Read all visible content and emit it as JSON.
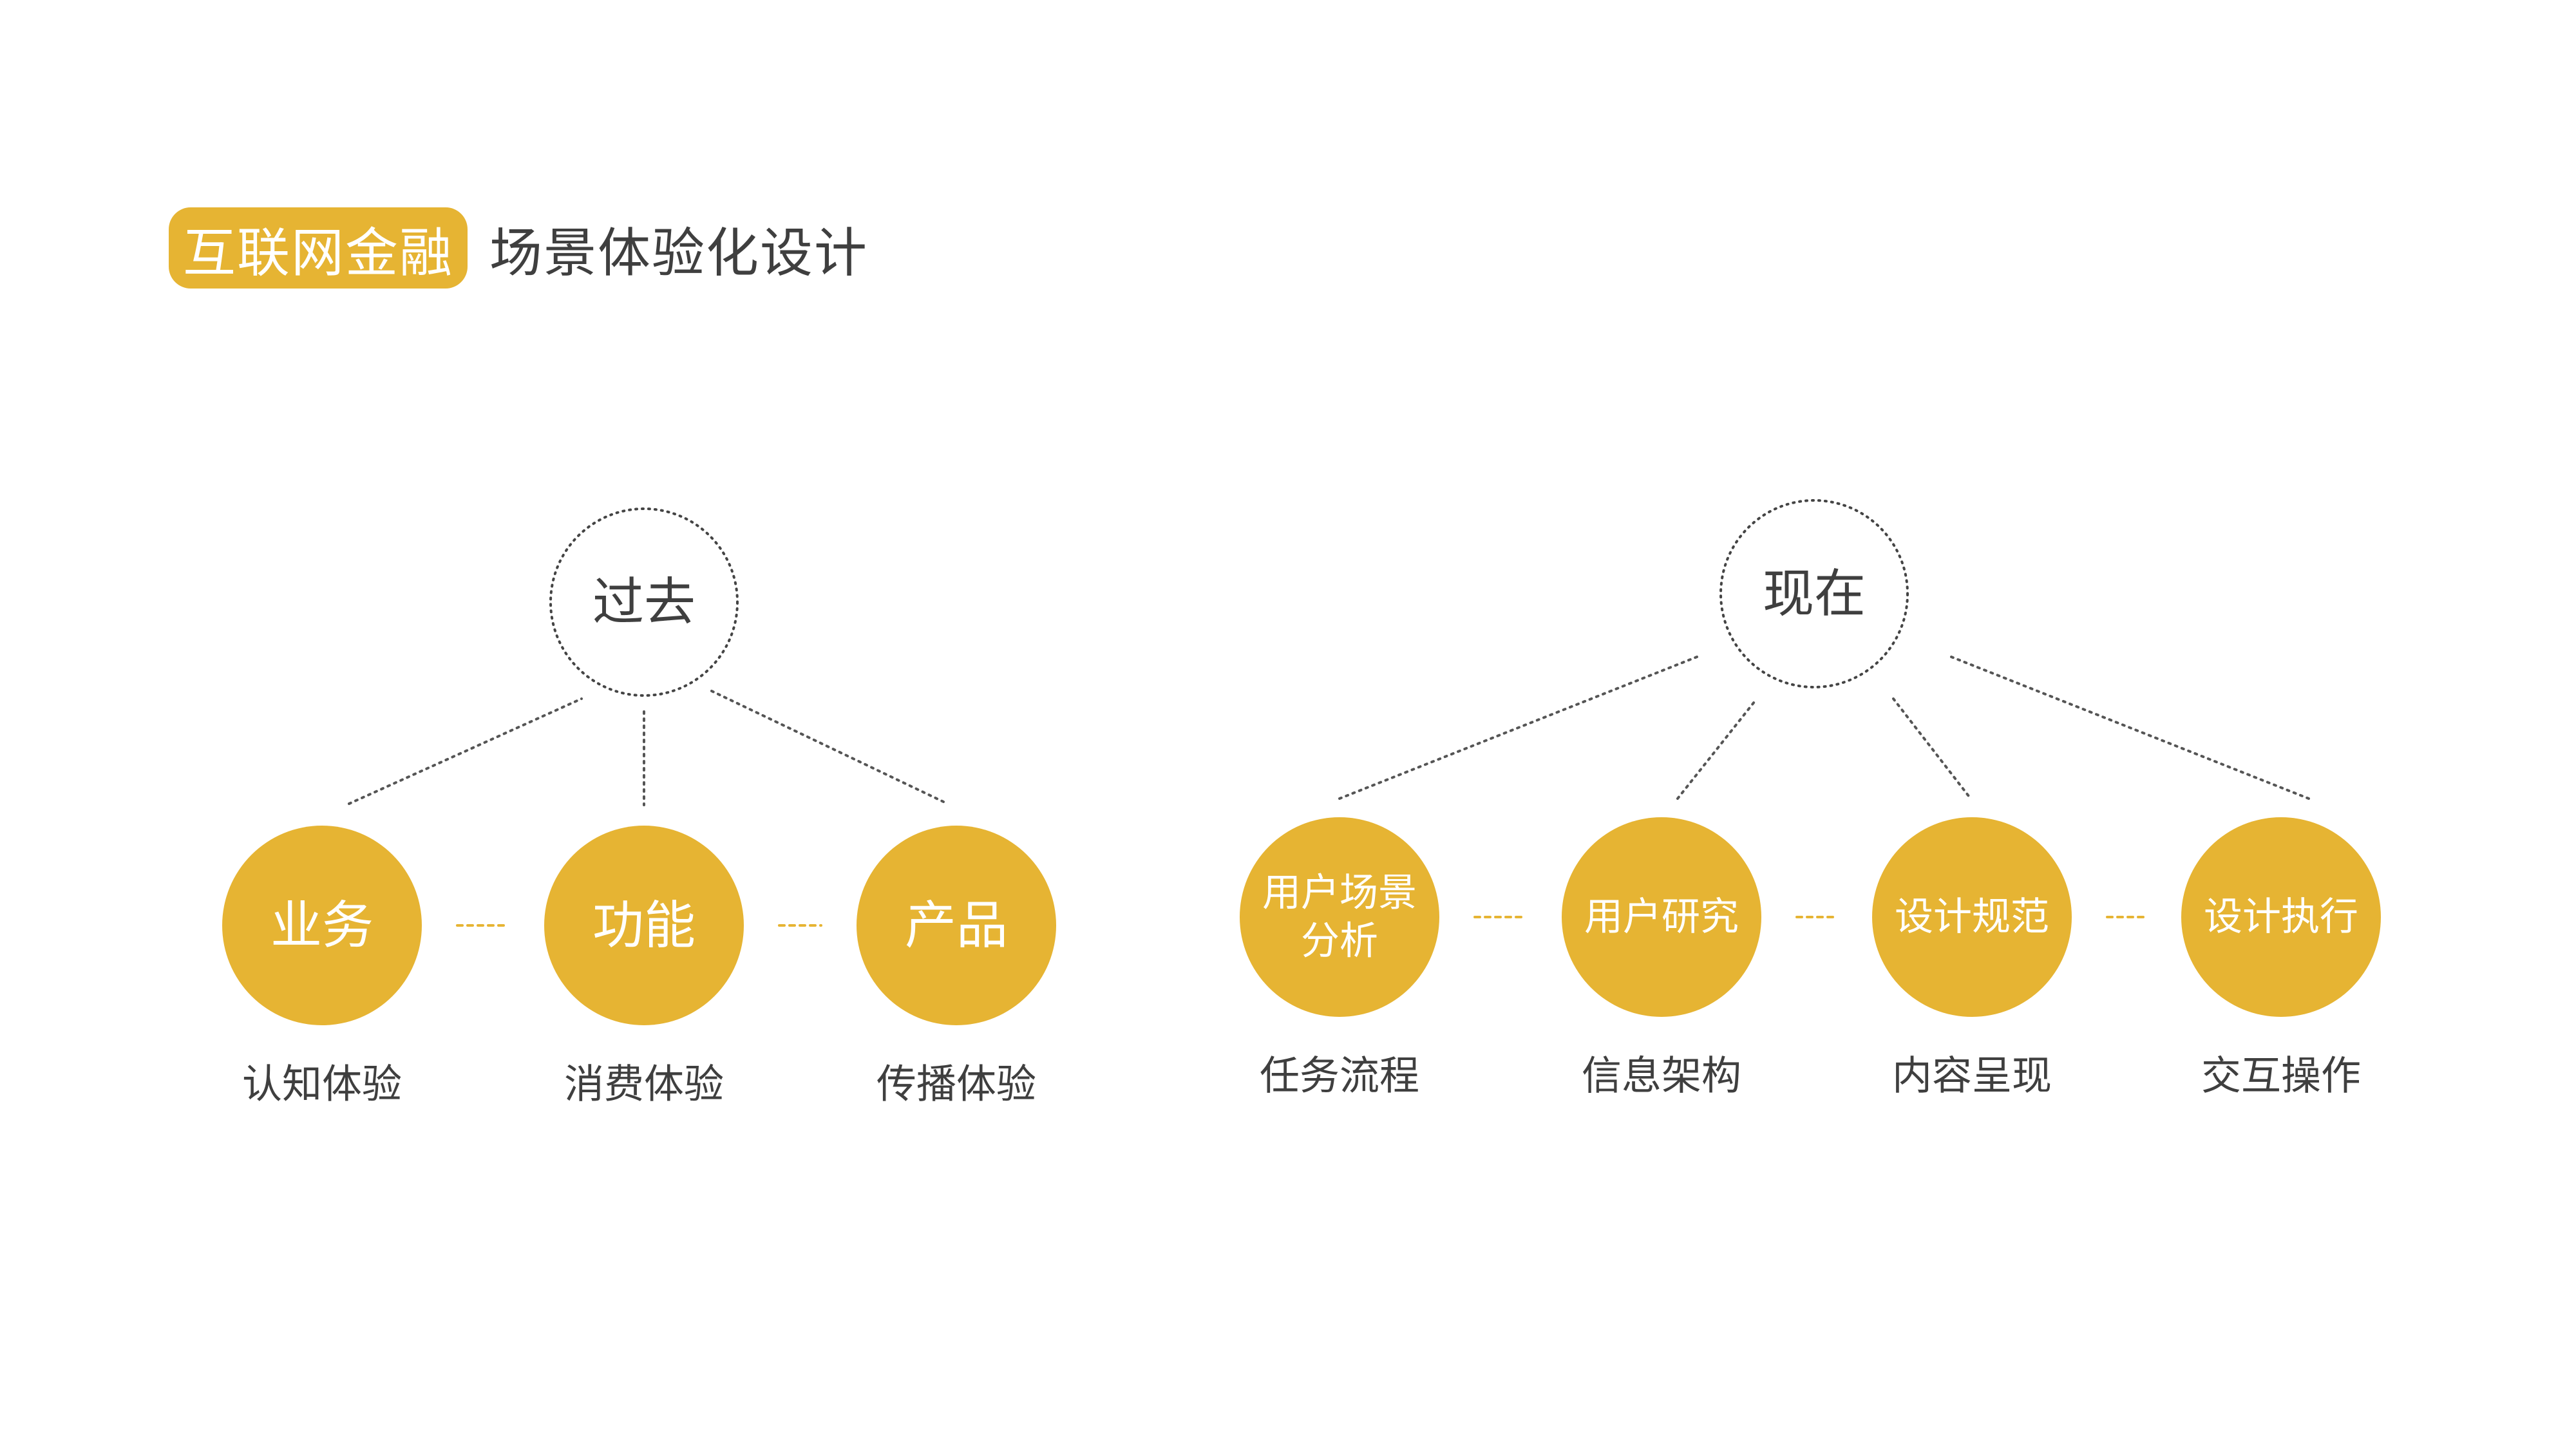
{
  "title": {
    "badge": "互联网金融",
    "text": "场景体验化设计"
  },
  "colors": {
    "accent": "#E6B433",
    "text": "#3f3f3f",
    "connector": "#555555",
    "outline": "#444444"
  },
  "past": {
    "label": "过去",
    "nodes": [
      {
        "label": [
          "业务"
        ],
        "caption": "认知体验"
      },
      {
        "label": [
          "功能"
        ],
        "caption": "消费体验"
      },
      {
        "label": [
          "产品"
        ],
        "caption": "传播体验"
      }
    ]
  },
  "present": {
    "label": "现在",
    "nodes": [
      {
        "label": [
          "用户场景",
          "分析"
        ],
        "caption": "任务流程"
      },
      {
        "label": [
          "用户研究"
        ],
        "caption": "信息架构"
      },
      {
        "label": [
          "设计规范"
        ],
        "caption": "内容呈现"
      },
      {
        "label": [
          "设计执行"
        ],
        "caption": "交互操作"
      }
    ]
  }
}
